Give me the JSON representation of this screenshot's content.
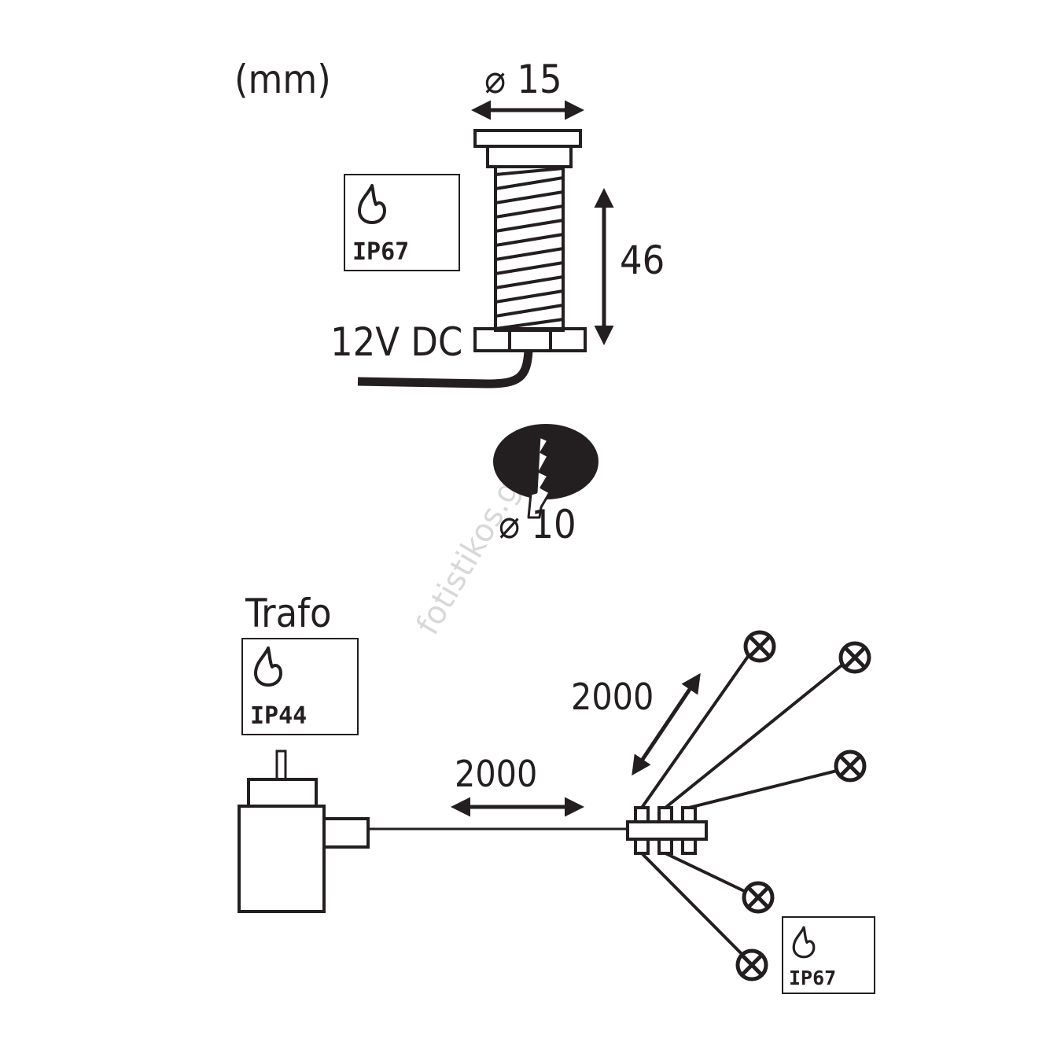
{
  "unit_label": "(mm)",
  "lamp": {
    "diameter_label": "⌀ 15",
    "height_label": "46",
    "voltage_label": "12V DC",
    "ip_rating": "IP67",
    "water_icon": "water-drop-icon"
  },
  "drill_hole": {
    "diameter_label": "⌀ 10",
    "icon": "drill-hole-icon"
  },
  "transformer": {
    "title": "Trafo",
    "ip_rating": "IP44",
    "water_icon": "water-drop-icon"
  },
  "cables": {
    "main_cable_length": "2000",
    "branch_cable_length": "2000"
  },
  "lights_group": {
    "ip_rating": "IP67",
    "lamp_icon": "lamp-symbol-icon"
  },
  "watermark": "fotistikos.gr",
  "colors": {
    "ink": "#231f20",
    "background": "#ffffff",
    "watermark": "#d8d8d8"
  }
}
